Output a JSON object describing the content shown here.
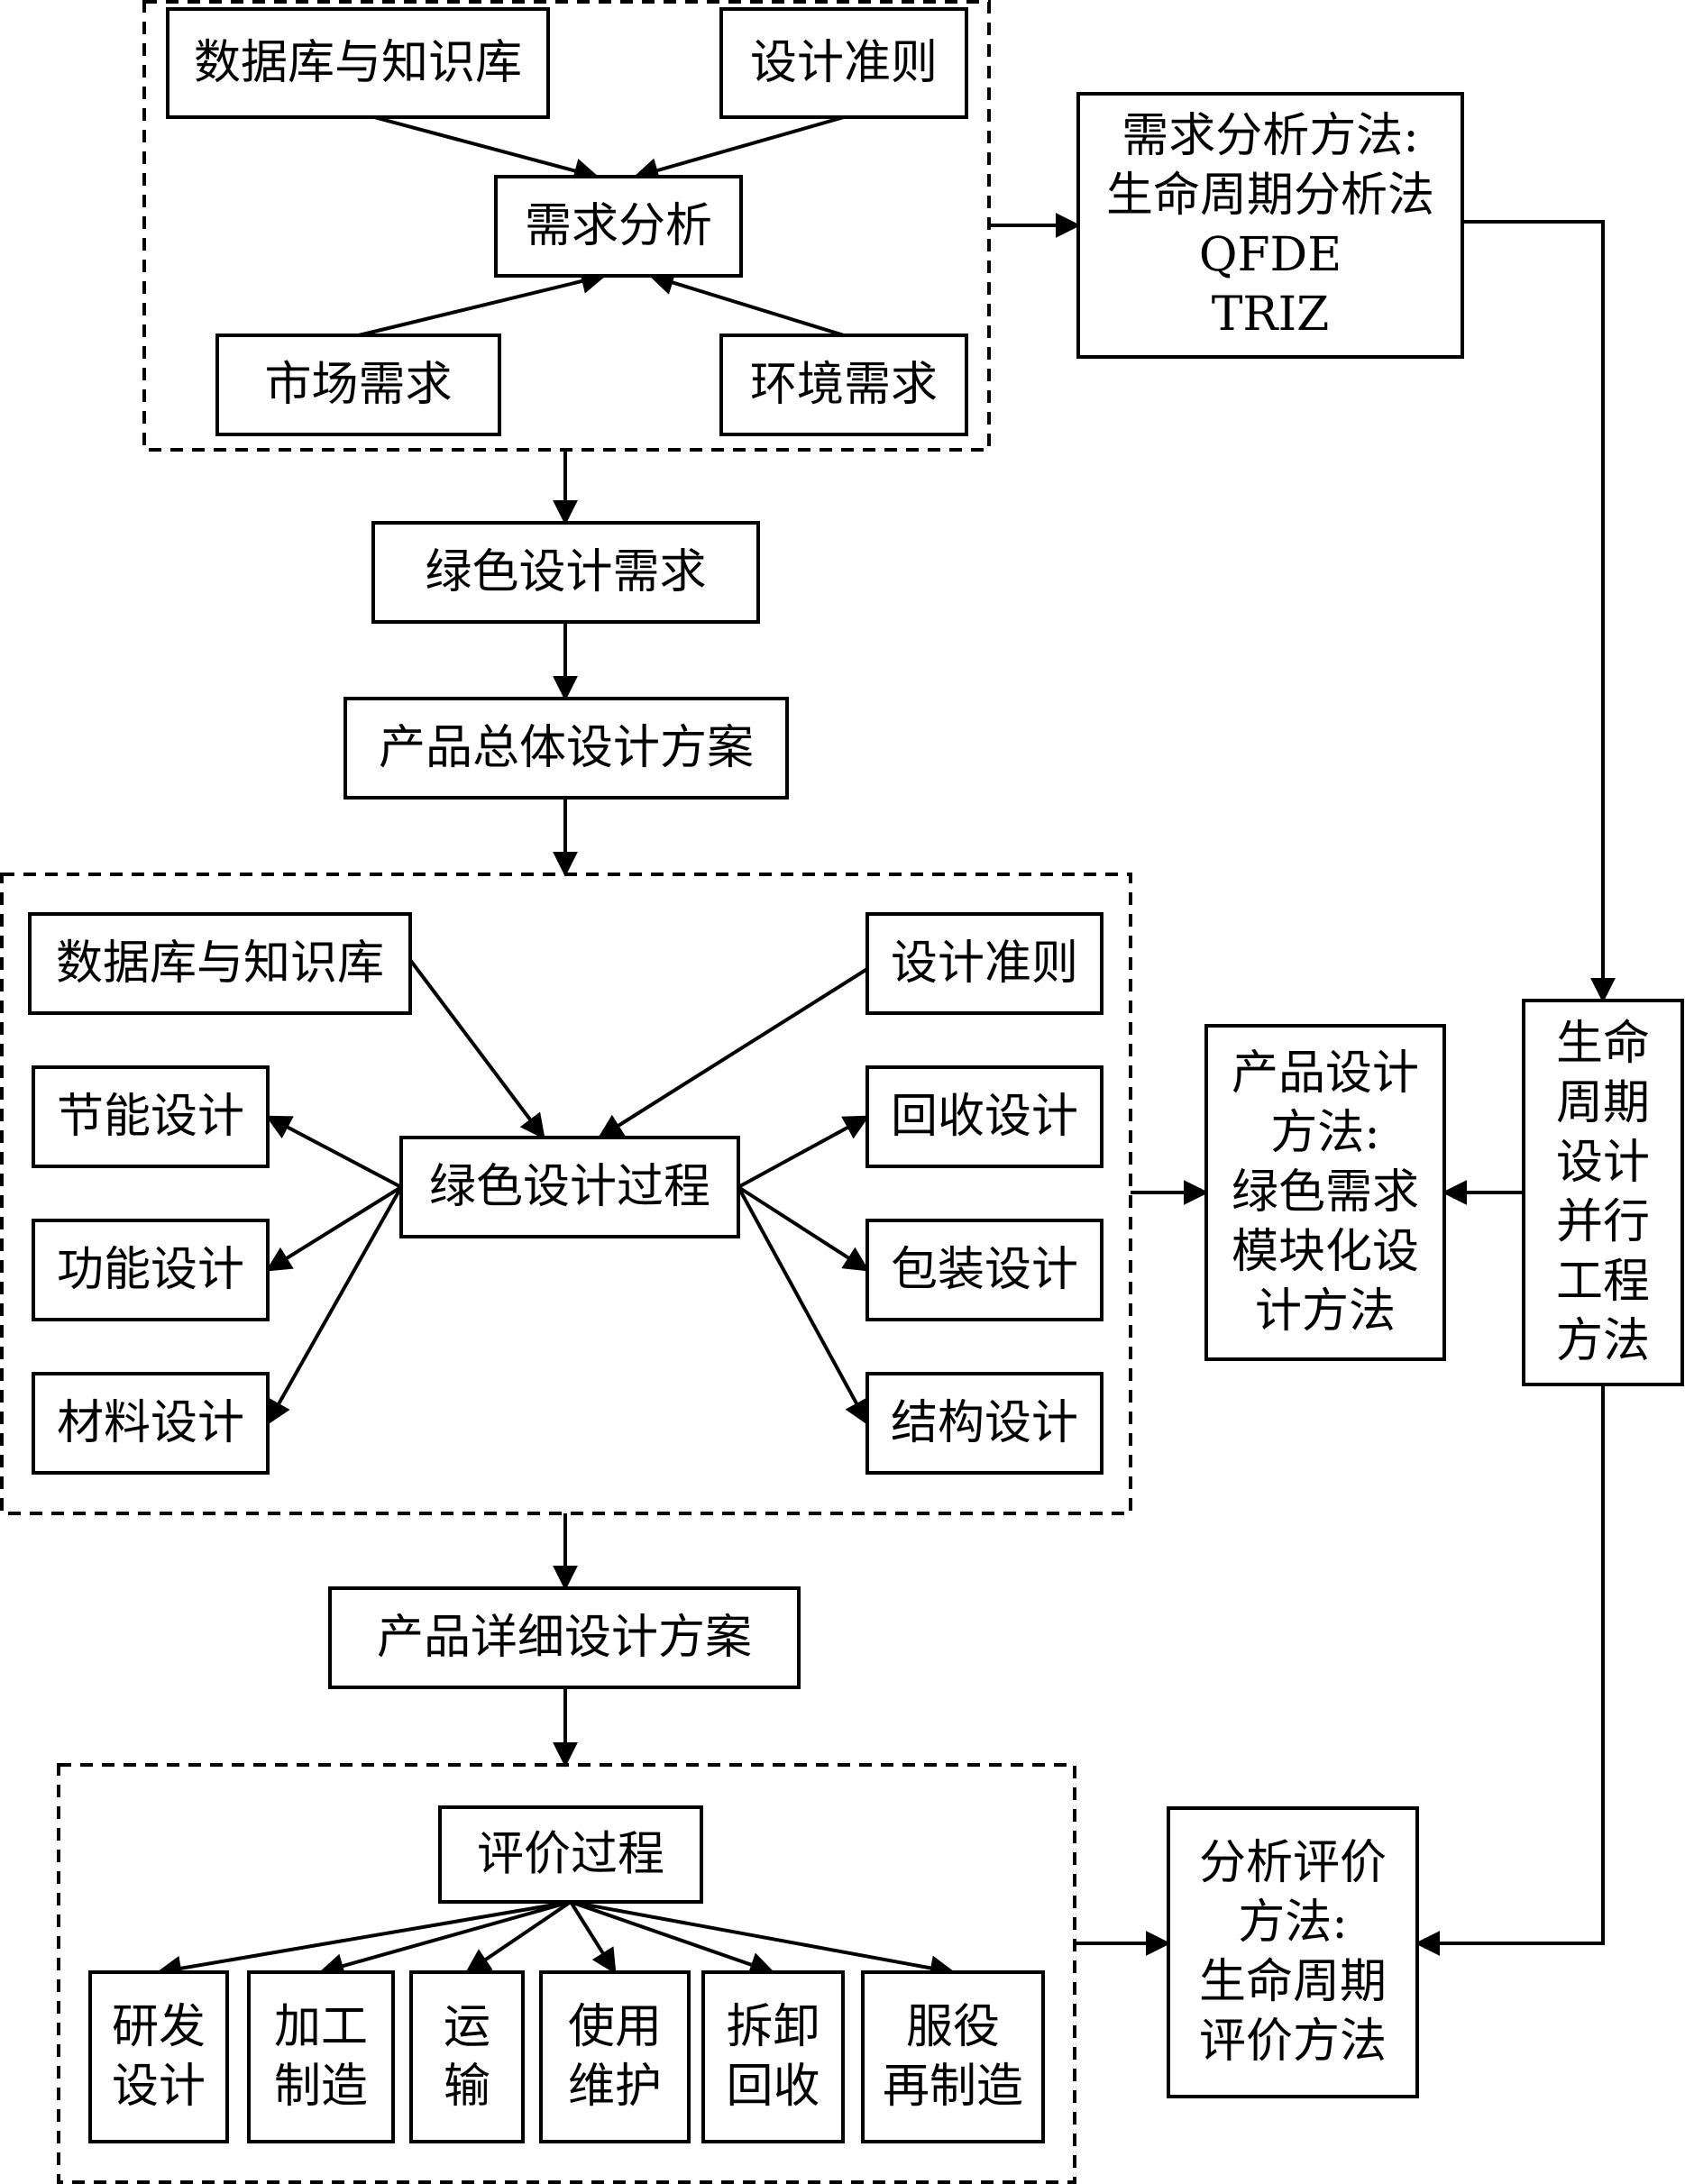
{
  "nodes": [
    {
      "id": "db1",
      "lines": [
        "数据库与知识库"
      ]
    },
    {
      "id": "rule1",
      "lines": [
        "设计准则"
      ]
    },
    {
      "id": "req",
      "lines": [
        "需求分析"
      ]
    },
    {
      "id": "market",
      "lines": [
        "市场需求"
      ]
    },
    {
      "id": "env",
      "lines": [
        "环境需求"
      ]
    },
    {
      "id": "reqmethod",
      "lines": [
        "需求分析方法:",
        "生命周期分析法",
        "QFDE",
        "TRIZ"
      ]
    },
    {
      "id": "greenreq",
      "lines": [
        "绿色设计需求"
      ]
    },
    {
      "id": "overall",
      "lines": [
        "产品总体设计方案"
      ]
    },
    {
      "id": "db2",
      "lines": [
        "数据库与知识库"
      ]
    },
    {
      "id": "rule2",
      "lines": [
        "设计准则"
      ]
    },
    {
      "id": "energy",
      "lines": [
        "节能设计"
      ]
    },
    {
      "id": "recycle",
      "lines": [
        "回收设计"
      ]
    },
    {
      "id": "process",
      "lines": [
        "绿色设计过程"
      ]
    },
    {
      "id": "func",
      "lines": [
        "功能设计"
      ]
    },
    {
      "id": "pack",
      "lines": [
        "包装设计"
      ]
    },
    {
      "id": "material",
      "lines": [
        "材料设计"
      ]
    },
    {
      "id": "struct",
      "lines": [
        "结构设计"
      ]
    },
    {
      "id": "designmethod",
      "lines": [
        "产品设计",
        "方法:",
        "绿色需求",
        "模块化设",
        "计方法"
      ]
    },
    {
      "id": "lifecycle",
      "lines": [
        "生命",
        "周期",
        "设计",
        "并行",
        "工程",
        "方法"
      ]
    },
    {
      "id": "detail",
      "lines": [
        "产品详细设计方案"
      ]
    },
    {
      "id": "eval",
      "lines": [
        "评价过程"
      ]
    },
    {
      "id": "rd",
      "lines": [
        "研发",
        "设计"
      ]
    },
    {
      "id": "mfg",
      "lines": [
        "加工",
        "制造"
      ]
    },
    {
      "id": "transport",
      "lines": [
        "运",
        "输"
      ]
    },
    {
      "id": "use",
      "lines": [
        "使用",
        "维护"
      ]
    },
    {
      "id": "disassemble",
      "lines": [
        "拆卸",
        "回收"
      ]
    },
    {
      "id": "reman",
      "lines": [
        "服役",
        "再制造"
      ]
    },
    {
      "id": "evalmethod",
      "lines": [
        "分析评价",
        "方法:",
        "生命周期",
        "评价方法"
      ]
    }
  ]
}
